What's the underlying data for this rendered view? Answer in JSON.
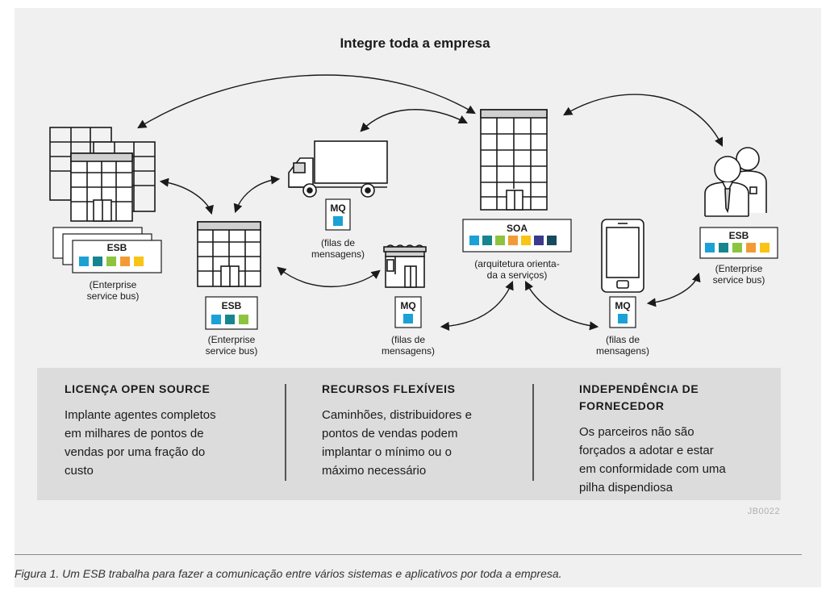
{
  "title": "Integre toda a empresa",
  "nodes": {
    "esb_left": {
      "box_label": "ESB",
      "caption_line1": "(Enterprise",
      "caption_line2": "service bus)"
    },
    "esb_middle": {
      "box_label": "ESB",
      "caption_line1": "(Enterprise",
      "caption_line2": "service bus)"
    },
    "mq_truck": {
      "box_label": "MQ",
      "caption_line1": "(filas de",
      "caption_line2": "mensagens)"
    },
    "mq_store": {
      "box_label": "MQ",
      "caption_line1": "(filas de",
      "caption_line2": "mensagens)"
    },
    "soa": {
      "box_label": "SOA",
      "caption_line1": "(arquitetura orienta-",
      "caption_line2": "da a serviços)"
    },
    "mq_phone": {
      "box_label": "MQ",
      "caption_line1": "(filas de",
      "caption_line2": "mensagens)"
    },
    "esb_partners": {
      "box_label": "ESB",
      "caption_line1": "(Enterprise",
      "caption_line2": "service bus)"
    }
  },
  "colors": {
    "blue": "#1ba1d6",
    "teal": "#16858f",
    "green": "#8cc43f",
    "orange": "#f29b35",
    "yellow": "#f9c413",
    "purple": "#3a3a8c",
    "navy": "#174a5c"
  },
  "info": [
    {
      "heading": "LICENÇA OPEN SOURCE",
      "lines": [
        "Implante agentes completos",
        "em milhares de pontos de",
        "vendas por uma fração do",
        "custo"
      ]
    },
    {
      "heading": "RECURSOS FLEXÍVEIS",
      "lines": [
        "Caminhões, distribuidores e",
        "pontos de vendas podem",
        "implantar o mínimo ou o",
        "máximo necessário"
      ]
    },
    {
      "heading_lines": [
        "INDEPENDÊNCIA DE",
        "FORNECEDOR"
      ],
      "lines": [
        "Os parceiros não são",
        "forçados a adotar e estar",
        "em conformidade com uma",
        "pilha dispendiosa"
      ]
    }
  ],
  "code": "JB0022",
  "caption": "Figura 1. Um ESB trabalha para fazer a comunicação entre vários sistemas e aplicativos por toda a empresa."
}
